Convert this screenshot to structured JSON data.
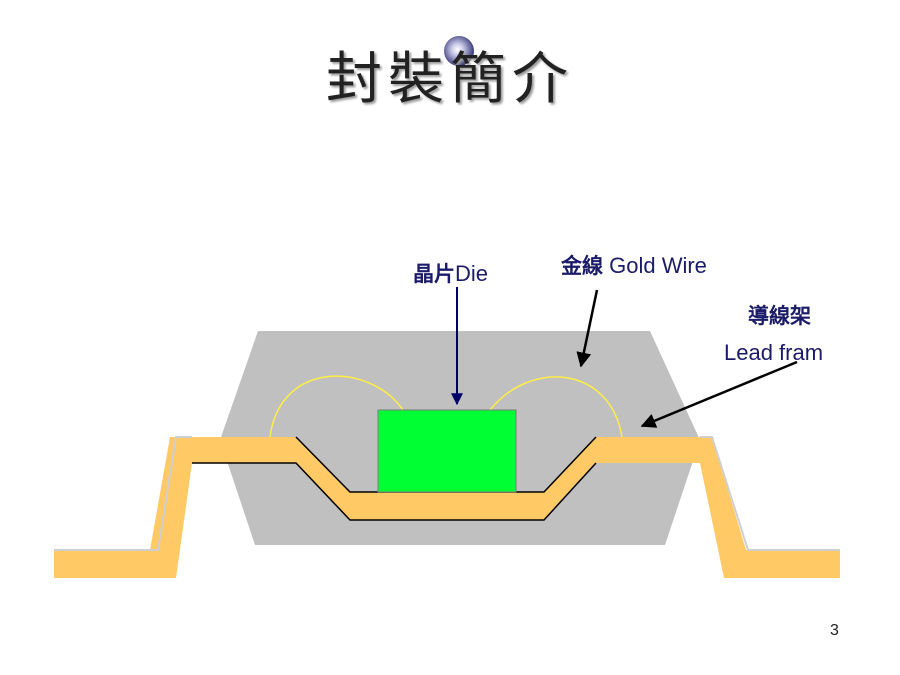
{
  "slide": {
    "title": "封裝簡介",
    "page_number": "3"
  },
  "labels": {
    "die_cn": "晶片",
    "die_en": "Die",
    "gold_wire_cn": "金線",
    "gold_wire_en": "Gold Wire",
    "lead_frame_cn": "導線架",
    "lead_frame_en": "Lead fram"
  },
  "colors": {
    "package_body": "#c0c0c0",
    "die": "#00ff33",
    "lead_frame": "#ffc966",
    "gold_wire": "#ffee44",
    "arrow_die": "#000066",
    "arrow_other": "#000000"
  }
}
